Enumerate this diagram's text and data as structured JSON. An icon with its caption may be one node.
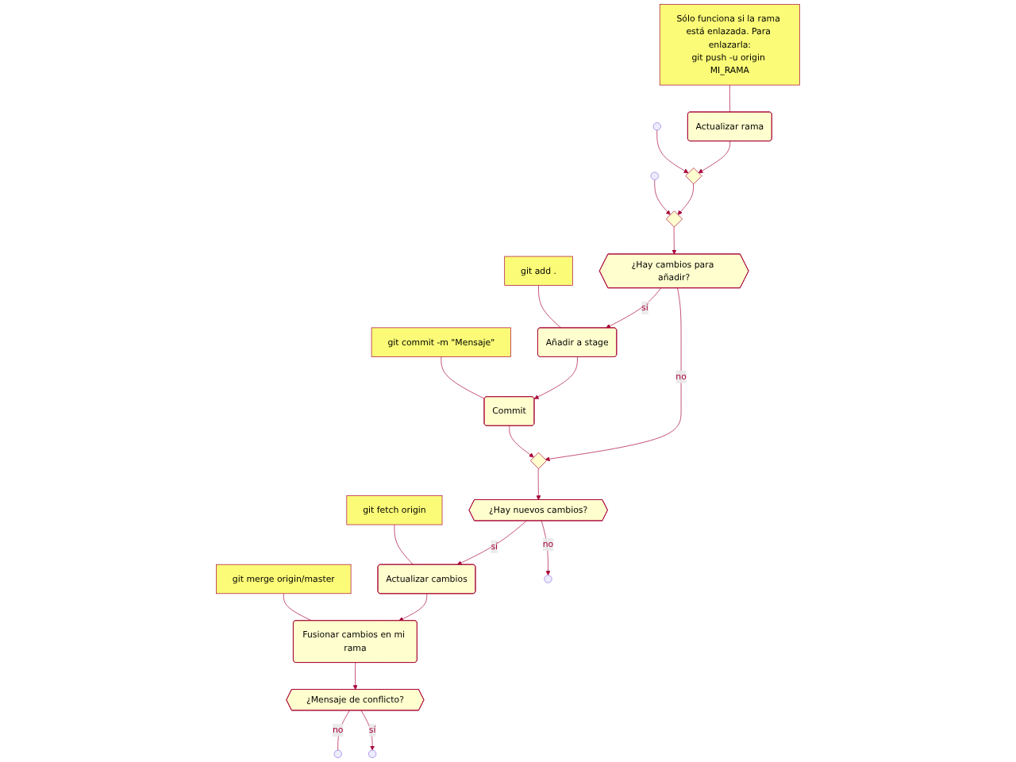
{
  "diagram": {
    "nodes": [
      {
        "text": [
          "Sólo funciona si la rama está enlazada. Para enlazarla:",
          "git push -u origin MI_RAMA"
        ]
      },
      {
        "text": [
          "Actualizar rama"
        ]
      },
      {
        "text": [],
        "shape": "diamond"
      },
      {
        "text": [],
        "shape": "diamond"
      },
      {
        "text": [
          "¿Hay cambios para añadir?"
        ]
      },
      {
        "text": [
          "git add ."
        ]
      },
      {
        "text": [
          "Añadir a stage"
        ]
      },
      {
        "text": [
          "git commit -m \"Mensaje\""
        ]
      },
      {
        "text": [
          "Commit"
        ]
      },
      {
        "text": [],
        "shape": "diamond"
      },
      {
        "text": [
          "¿Hay nuevos cambios?"
        ]
      },
      {
        "text": [
          "git fetch origin"
        ]
      },
      {
        "text": [
          "Actualizar cambios"
        ]
      },
      {
        "text": [
          "git merge origin/master"
        ]
      },
      {
        "text": [
          "Fusionar cambios en mi rama"
        ]
      },
      {
        "text": [
          "¿Mensaje de conflicto?"
        ]
      }
    ],
    "edges": [
      {
        "from": 0,
        "to": 1,
        "arrow": "none"
      },
      {
        "from": 1,
        "to": 2,
        "arrow": "to"
      },
      {
        "from": 2,
        "to": 3,
        "arrow": "to"
      },
      {
        "from": 3,
        "to": 4,
        "arrow": "to"
      },
      {
        "from": 4,
        "to": 6,
        "arrow": "to",
        "label": "sí"
      },
      {
        "from": 5,
        "to": 6,
        "arrow": "none"
      },
      {
        "from": 4,
        "to": 9,
        "arrow": "to",
        "label": "no"
      },
      {
        "from": 6,
        "to": 8,
        "arrow": "to"
      },
      {
        "from": 7,
        "to": 8,
        "arrow": "none"
      },
      {
        "from": 8,
        "to": 9,
        "arrow": "to"
      },
      {
        "from": 9,
        "to": 10,
        "arrow": "to"
      },
      {
        "from": 10,
        "to": 12,
        "arrow": "to",
        "label": "sí"
      },
      {
        "from": 11,
        "to": 12,
        "arrow": "none"
      },
      {
        "from": 10,
        "to": null,
        "arrow": "to",
        "label": "no"
      },
      {
        "from": 12,
        "to": 14,
        "arrow": "to"
      },
      {
        "from": 13,
        "to": 14,
        "arrow": "none"
      },
      {
        "from": 14,
        "to": 15,
        "arrow": "to"
      },
      {
        "from": 15,
        "to": null,
        "arrow": "none",
        "label": "no"
      },
      {
        "from": 15,
        "to": null,
        "arrow": "to",
        "label": "sí"
      },
      {
        "from": null,
        "to": 3,
        "arrow": "to"
      },
      {
        "from": null,
        "to": 2,
        "arrow": "to"
      }
    ]
  }
}
